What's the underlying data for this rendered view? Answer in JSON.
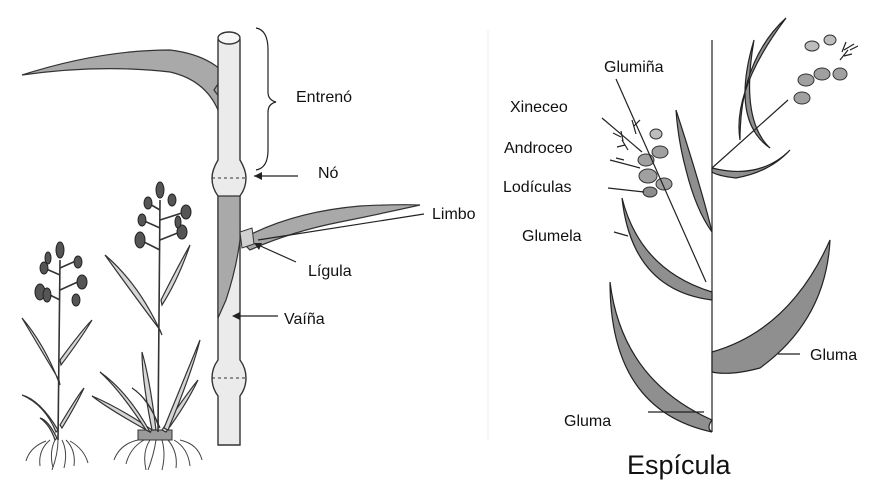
{
  "labels": {
    "entreno": "Entrenó",
    "no": "Nó",
    "limbo": "Limbo",
    "ligula": "Lígula",
    "vaina": "Vaíña",
    "glumina": "Glumiña",
    "xineceo": "Xineceo",
    "androceo": "Androceo",
    "lodiculas": "Lodículas",
    "glumela": "Glumela",
    "gluma_right": "Gluma",
    "gluma_bottom": "Gluma",
    "espicula": "Espícula"
  },
  "colors": {
    "leaf": "#a9a9a9",
    "stem": "#e6e6e6",
    "line": "#222222"
  }
}
